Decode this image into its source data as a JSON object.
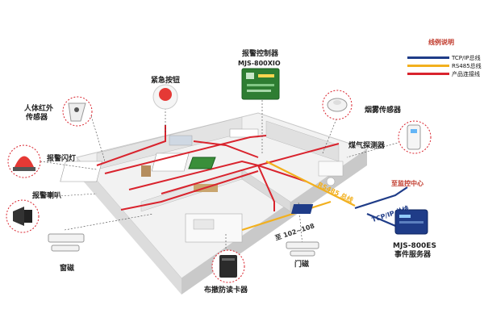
{
  "legend": {
    "title": "线例说明",
    "items": [
      {
        "label": "TCP/IP总线",
        "color": "#1f3c88"
      },
      {
        "label": "RS485总线",
        "color": "#f2b01e"
      },
      {
        "label": "产品连接线",
        "color": "#d9232d"
      }
    ]
  },
  "devices": {
    "controller": {
      "name": "报警控制器",
      "model": "MJS-800XIO"
    },
    "emergency_button": "紧急按钮",
    "pir_sensor_line1": "人体红外",
    "pir_sensor_line2": "传感器",
    "smoke_detector": "烟雾传感器",
    "gas_detector": "煤气探测器",
    "alarm_light": "报警闪灯",
    "alarm_horn": "报警喇叭",
    "window_magnet": "窗磁",
    "card_reader": "布撤防读卡器",
    "door_magnet": "门磁",
    "monitor_center": "至监控中心",
    "event_server_model": "MJS-800ES",
    "event_server_name": "事件服务器"
  },
  "bus_labels": {
    "tcpip": "TCP/IP 总线",
    "rs485": "RS485 总线",
    "to_102_108": "至 102~108"
  },
  "colors": {
    "tcpip": "#1f3c88",
    "rs485": "#f2b01e",
    "product": "#d9232d",
    "wall": "#d8d8d8",
    "floor": "#eeeeee"
  }
}
